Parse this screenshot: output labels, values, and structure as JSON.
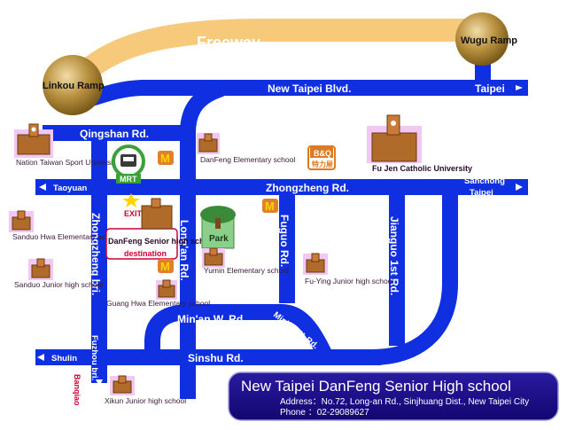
{
  "map": {
    "freeway": "Freeway",
    "ramps": {
      "linkou": "Linkou Ramp",
      "wugu": "Wugu Ramp"
    },
    "roads": {
      "new_taipei_blvd": "New Taipei Blvd.",
      "qingshan": "Qingshan Rd.",
      "zhongzheng_rd": "Zhongzheng Rd.",
      "zhongzheng_bri": "Zhongzheng bri.",
      "long_an": "Long'an Rd.",
      "fuguo": "Fuguo Rd.",
      "jianguo": "Jianguo 1st Rd.",
      "minan_w": "Min'an W. Rd.",
      "minan_w_diag": "Min'an W. Rd.",
      "sinshu": "Sinshu Rd.",
      "fuzhou": "Fuzhou bri."
    },
    "directions": {
      "taipei": "Taipei",
      "taoyuan": "Taoyuan",
      "sanchong": "Sanchong",
      "sanchong_taipei": "Taipei",
      "shulin": "Shulin",
      "banqiao": "Banqiao"
    },
    "mrt": {
      "label": "MRT",
      "exit": "EXIT2"
    },
    "store": {
      "brand": "B&Q",
      "chinese": "特力屋"
    },
    "pois": {
      "sport_univ": "Nation Taiwan Sport University",
      "danfeng_elem": "DanFeng Elementary school",
      "fu_jen": "Fu Jen Catholic University",
      "sanduo_elem": "Sanduo Hwa Elementary school",
      "sanduo_junior": "Sanduo Junior high school",
      "danfeng_senior": "DanFeng Senior high school",
      "destination": "destination",
      "guang_hwa": "Guang Hwa Elementary school",
      "park": "Park",
      "yumin": "Yumin Elementary school",
      "fu_ying": "Fu-Ying Junior high school",
      "xikun": "Xikun Junior high school"
    }
  },
  "info": {
    "title": "New Taipei DanFeng Senior High school",
    "address": "Address：No.72, Long-an Rd., Sinjhuang Dist., New Taipei City",
    "phone": "Phone   ：02-29089627"
  },
  "colors": {
    "road": "#0f2fe0",
    "freeway": "#f7c97a",
    "ramp": "#b38a3a",
    "info_bg": "#1c0c8c",
    "poi_bg": "#f2c8f2"
  }
}
